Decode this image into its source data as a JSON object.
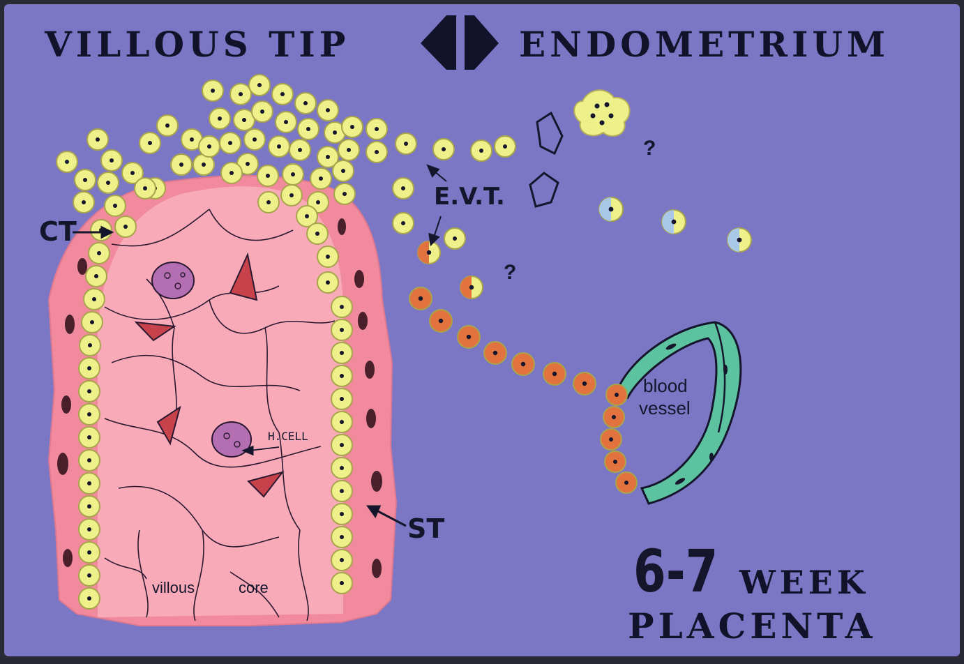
{
  "title": {
    "left": "VILLOUS TIP",
    "right": "ENDOMETRIUM",
    "arrow_icon": "double-arrow-left-right-icon"
  },
  "labels": {
    "ct": "CT",
    "st": "ST",
    "evt": "E.V.T.",
    "hcell": "H.CELL",
    "villous_core_1": "villous",
    "villous_core_2": "core",
    "blood_vessel_1": "blood",
    "blood_vessel_2": "vessel",
    "question_1": "?",
    "question_2": "?"
  },
  "stage": {
    "number": "6-7",
    "week": "WEEK",
    "placenta": "PLACENTA"
  },
  "colors": {
    "background": "#7b77c4",
    "syncytium": "#f08a9c",
    "core": "#f8aab8",
    "cytotrophoblast": "#eef08a",
    "invading_cell": "#e2733f",
    "endothelium": "#5cc2a0",
    "macrophage": "#c07ab8",
    "blue_cell": "#a9c8e8",
    "ink": "#15152c"
  }
}
